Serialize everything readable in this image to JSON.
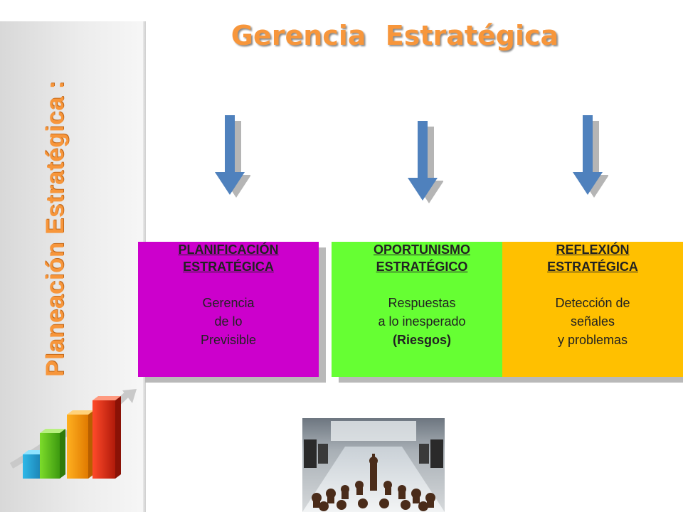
{
  "side_title": "Planeación Estratégica :",
  "main_title": "Gerencia Estratégica",
  "boxes": [
    {
      "heading": [
        "PLANIFICACIÓN",
        "ESTRATÉGICA"
      ],
      "body": [
        "Gerencia",
        "de lo",
        "Previsible"
      ],
      "color": "#cc00cc"
    },
    {
      "heading": [
        "OPORTUNISMO",
        "ESTRATÉGICO"
      ],
      "body": [
        "Respuestas",
        "a lo inesperado",
        "(Riesgos)"
      ],
      "color": "#66ff33"
    },
    {
      "heading": [
        "REFLEXIÓN",
        "ESTRATÉGICA"
      ],
      "body": [
        "Detección de",
        "señales",
        "y problemas"
      ],
      "color": "#ffc000"
    }
  ],
  "colors": {
    "title_orange": "#f7963b",
    "arrow_blue": "#4f81bd"
  },
  "icons": [
    "bar-chart-growth-icon",
    "down-arrow-icon"
  ],
  "images": [
    "chess-boardroom-photo"
  ]
}
